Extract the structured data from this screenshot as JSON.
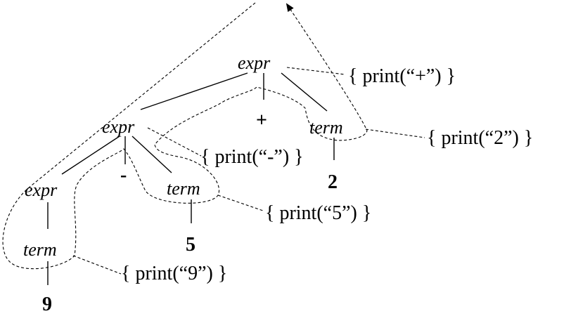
{
  "nodes": {
    "expr_root": "expr",
    "expr_mid": "expr",
    "expr_left": "expr",
    "term_9": "term",
    "term_5": "term",
    "term_2": "term",
    "plus": "+",
    "minus": "-",
    "nine": "9",
    "five": "5",
    "two": "2"
  },
  "actions": {
    "plus": "{ print(“+”) }",
    "minus": "{ print(“-”) }",
    "two": "{ print(“2”) }",
    "five": "{ print(“5”) }",
    "nine": "{ print(“9”) }"
  }
}
